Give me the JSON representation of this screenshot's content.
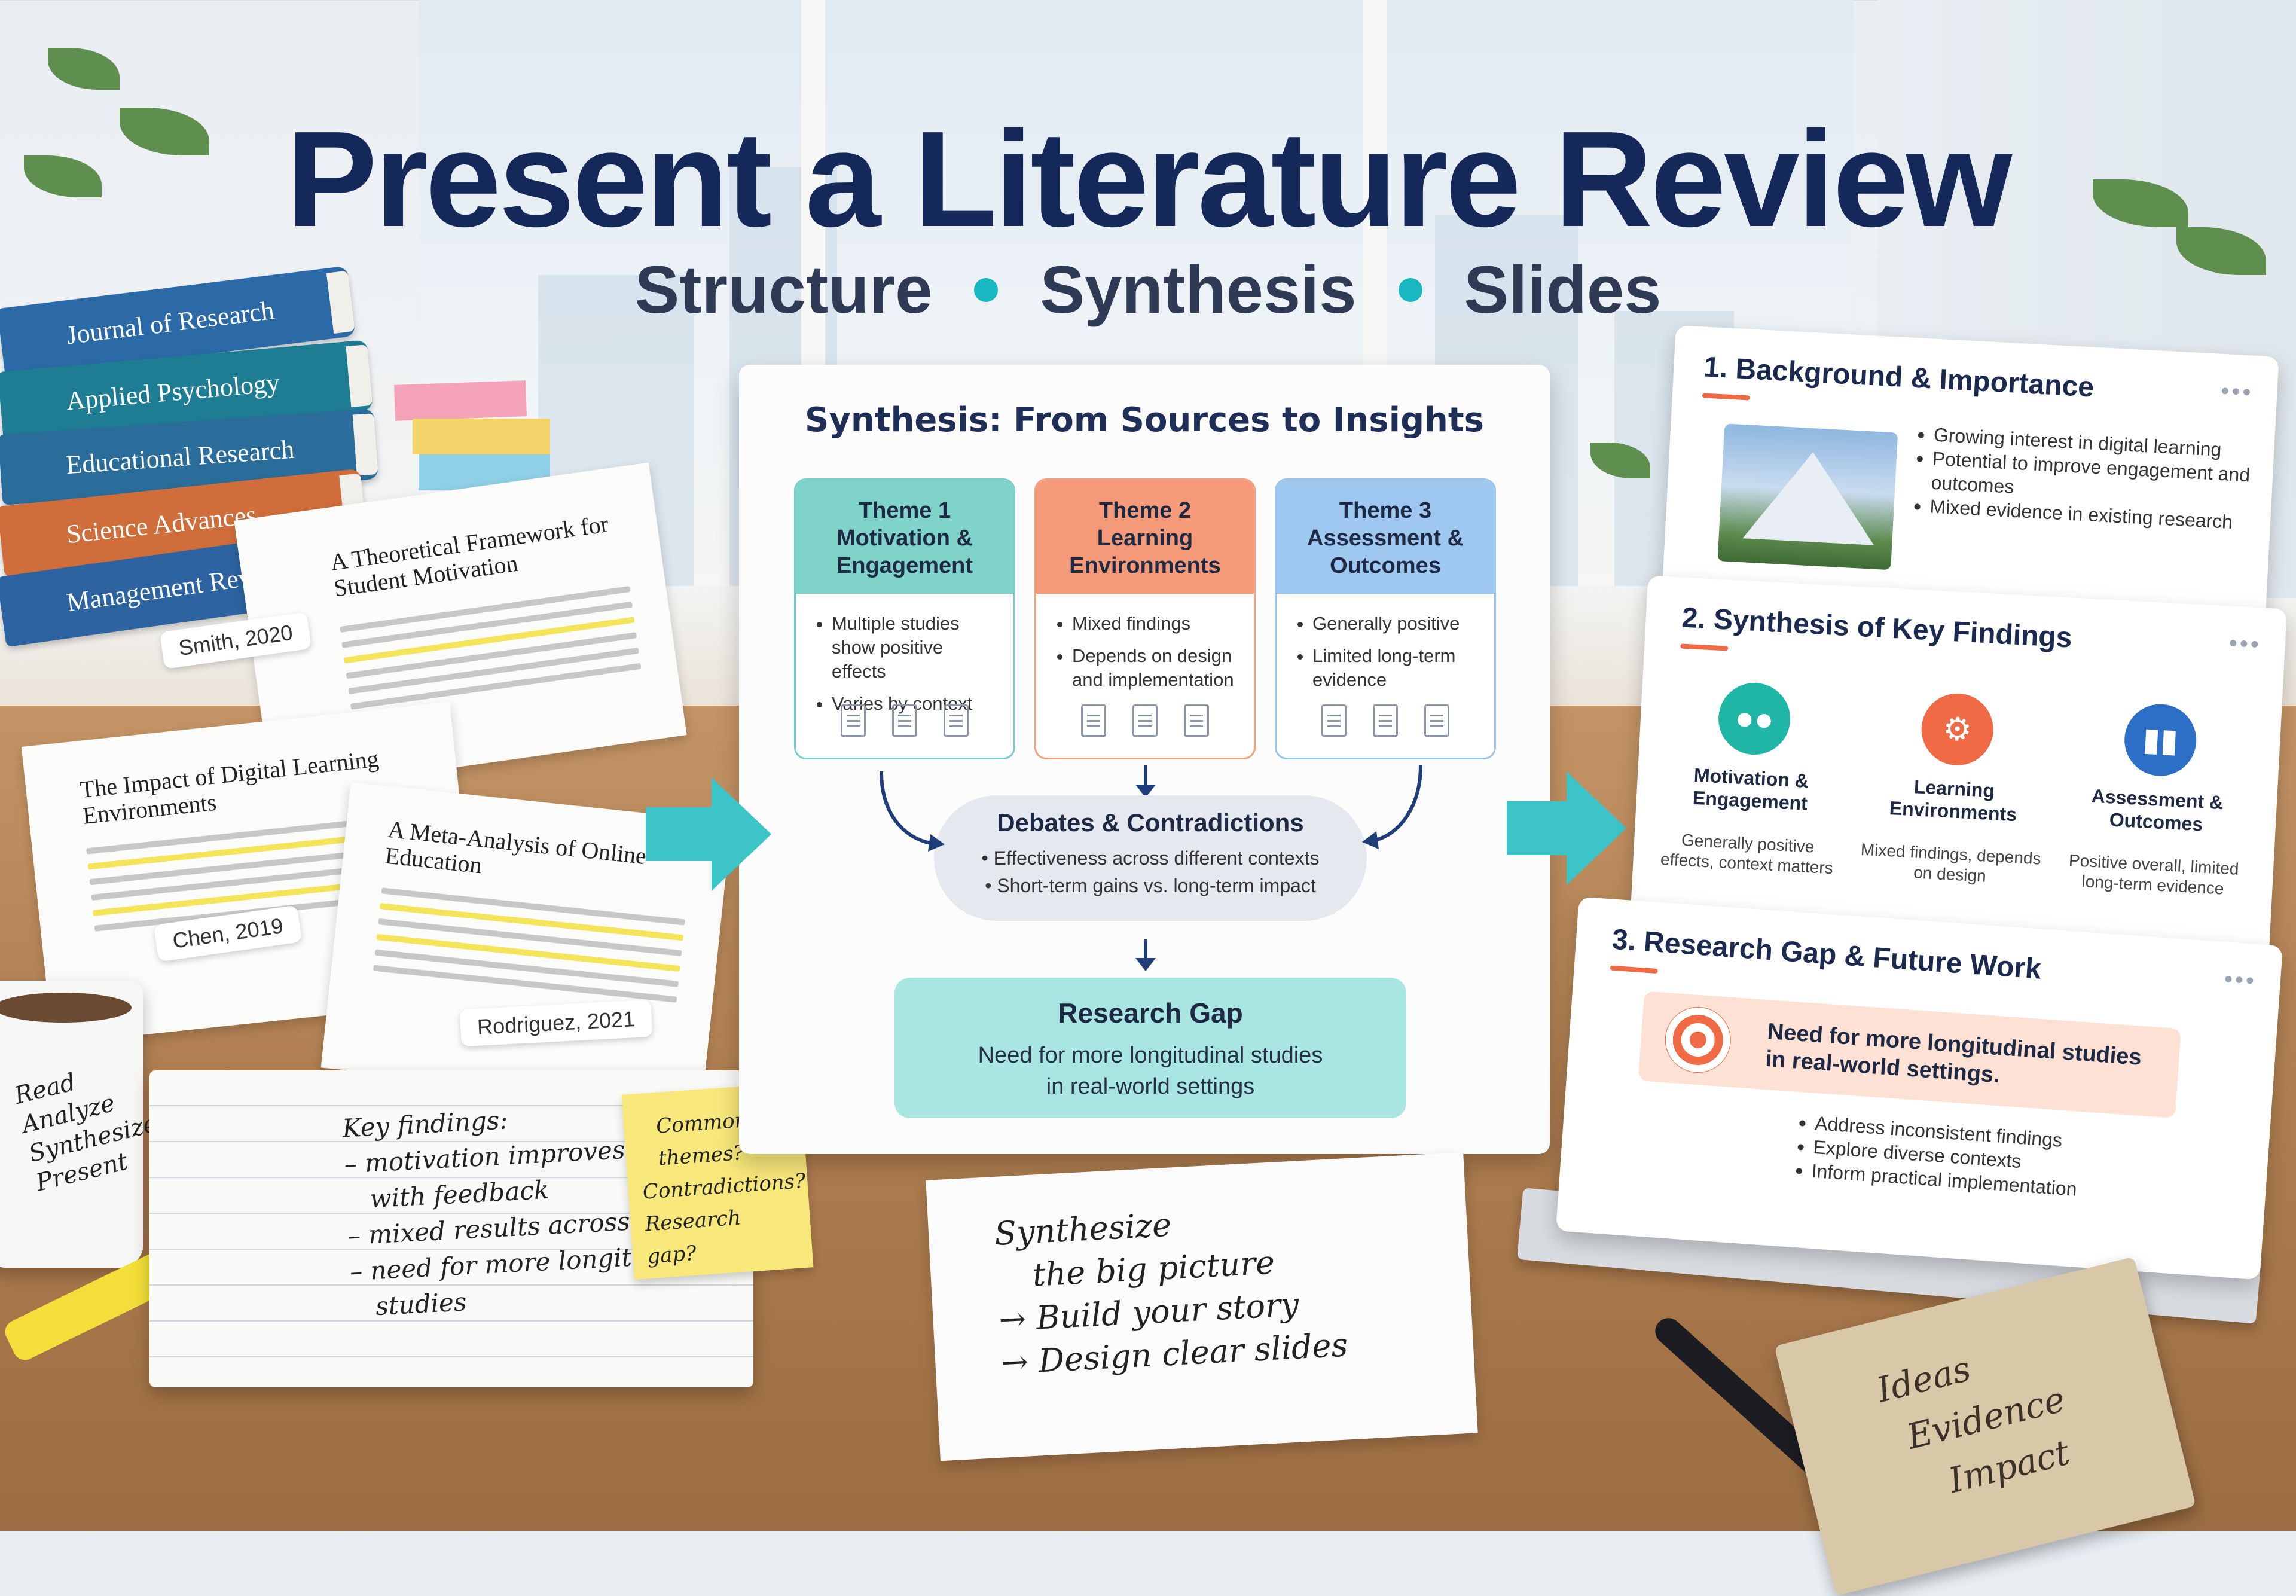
{
  "title": "Present a Literature Review",
  "subtitle": {
    "part1": "Structure",
    "part2": "Synthesis",
    "part3": "Slides"
  },
  "books": [
    "Journal of Research",
    "Applied Psychology",
    "Educational Research",
    "Science Advances",
    "Management Review"
  ],
  "papers": [
    {
      "title": "A Theoretical Framework for Student Motivation",
      "tag": "Smith, 2020"
    },
    {
      "title": "The Impact of Digital Learning Environments",
      "tag": "Chen, 2019"
    },
    {
      "title": "A Meta-Analysis of Online Education",
      "tag": "Rodriguez, 2021"
    }
  ],
  "board": {
    "title": "Synthesis: From Sources to Insights",
    "themes": [
      {
        "heading": "Theme 1",
        "name": "Motivation & Engagement",
        "bullets": [
          "Multiple studies show positive effects",
          "Varies by context"
        ]
      },
      {
        "heading": "Theme 2",
        "name": "Learning Environments",
        "bullets": [
          "Mixed findings",
          "Depends on design and implementation"
        ]
      },
      {
        "heading": "Theme 3",
        "name": "Assessment & Outcomes",
        "bullets": [
          "Generally positive",
          "Limited long-term evidence"
        ]
      }
    ],
    "debates": {
      "title": "Debates & Contradictions",
      "bullets": [
        "Effectiveness across different contexts",
        "Short-term gains vs. long-term impact"
      ]
    },
    "gap": {
      "title": "Research Gap",
      "line1": "Need for more longitudinal studies",
      "line2": "in real-world settings"
    }
  },
  "slides": {
    "s1": {
      "title": "1. Background & Importance",
      "bullets": [
        "Growing interest in digital learning",
        "Potential to improve engagement and outcomes",
        "Mixed evidence in existing research"
      ]
    },
    "s2": {
      "title": "2. Synthesis of Key Findings",
      "items": [
        {
          "label": "Motivation & Engagement",
          "desc": "Generally positive effects, context matters",
          "color": "#1fb6a6"
        },
        {
          "label": "Learning Environments",
          "desc": "Mixed findings, depends on design",
          "color": "#f06a45"
        },
        {
          "label": "Assessment & Outcomes",
          "desc": "Positive overall, limited long-term evidence",
          "color": "#2d6fc6"
        }
      ]
    },
    "s3": {
      "title": "3. Research Gap & Future Work",
      "highlight": "Need for more longitudinal studies in real-world settings.",
      "bullets": [
        "Address inconsistent findings",
        "Explore diverse contexts",
        "Inform practical implementation"
      ]
    }
  },
  "mug": [
    "Read",
    "Analyze",
    "Synthesize",
    "Present"
  ],
  "notebook": {
    "heading": "Key findings:",
    "lines": [
      "– motivation improves",
      "with feedback",
      "– mixed results across contexts",
      "– need for more longitudinal",
      "studies"
    ]
  },
  "sticky": [
    "Common",
    "themes?",
    "Contradictions?",
    "Research gap?"
  ],
  "note": [
    "Synthesize",
    "the big picture",
    "→ Build your story",
    "→ Design clear slides"
  ],
  "small_book": [
    "Ideas",
    "Evidence",
    "Impact"
  ],
  "colors": {
    "title": "#14295a",
    "accent": "#19b7c2",
    "theme1": "#7fd3c9",
    "theme2": "#f59a78",
    "theme3": "#9ec8ef",
    "gap": "#a9e6e2"
  }
}
